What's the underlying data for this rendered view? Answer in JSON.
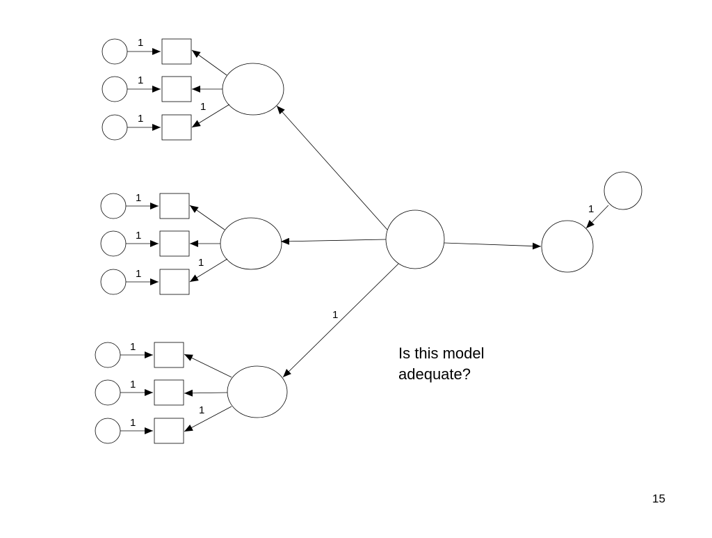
{
  "diagram": {
    "type": "structural-equation-model",
    "coefficient_label": "1",
    "question_lines": [
      "Is this model",
      "adequate?"
    ],
    "page_number": "15"
  }
}
